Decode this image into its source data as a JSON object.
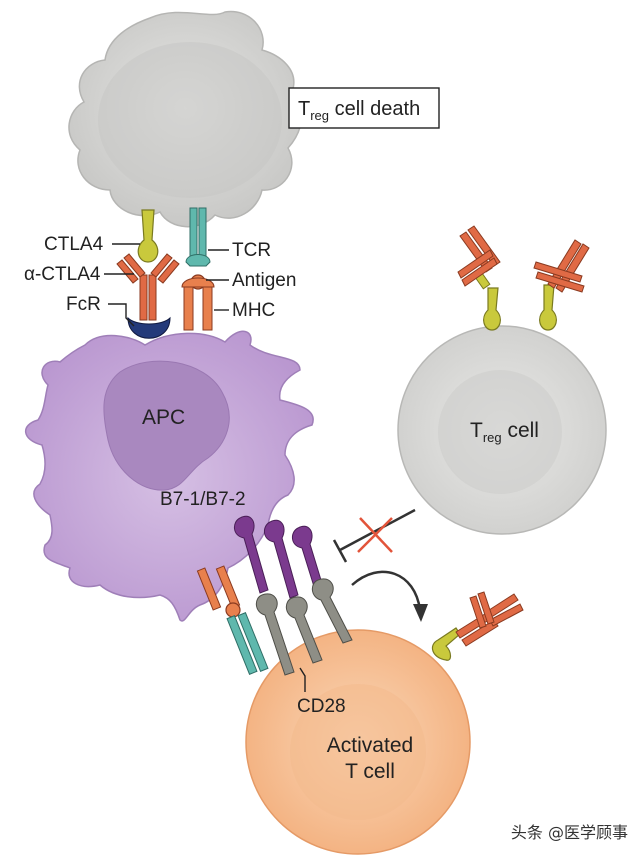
{
  "labels": {
    "treg_death_T": "T",
    "treg_death_sub": "reg",
    "treg_death_rest": " cell death",
    "ctla4": "CTLA4",
    "alpha_ctla4": "α-CTLA4",
    "fcr": "FcR",
    "tcr": "TCR",
    "antigen": "Antigen",
    "mhc": "MHC",
    "apc": "APC",
    "treg_T": "T",
    "treg_sub": "reg",
    "treg_rest": " cell",
    "b7": "B7-1/B7-2",
    "cd28": "CD28",
    "activated_line1": "Activated",
    "activated_line2": "T cell",
    "watermark": "头条 @医学顾事"
  },
  "colors": {
    "treg_dead_cell": "#d4d4d2",
    "apc_cell": "#c4a8d8",
    "apc_nucleus": "#a988bf",
    "treg_cell": "#d9d9d7",
    "activated_cell": "#f6c39a",
    "ctla4": "#c9c93c",
    "antibody": "#e06a45",
    "fcr": "#243a7a",
    "tcr": "#5fb8ad",
    "mhc": "#e8804d",
    "b7": "#7b3a8e",
    "cd28": "#8e8e86",
    "inhibit": "#e2543a"
  }
}
